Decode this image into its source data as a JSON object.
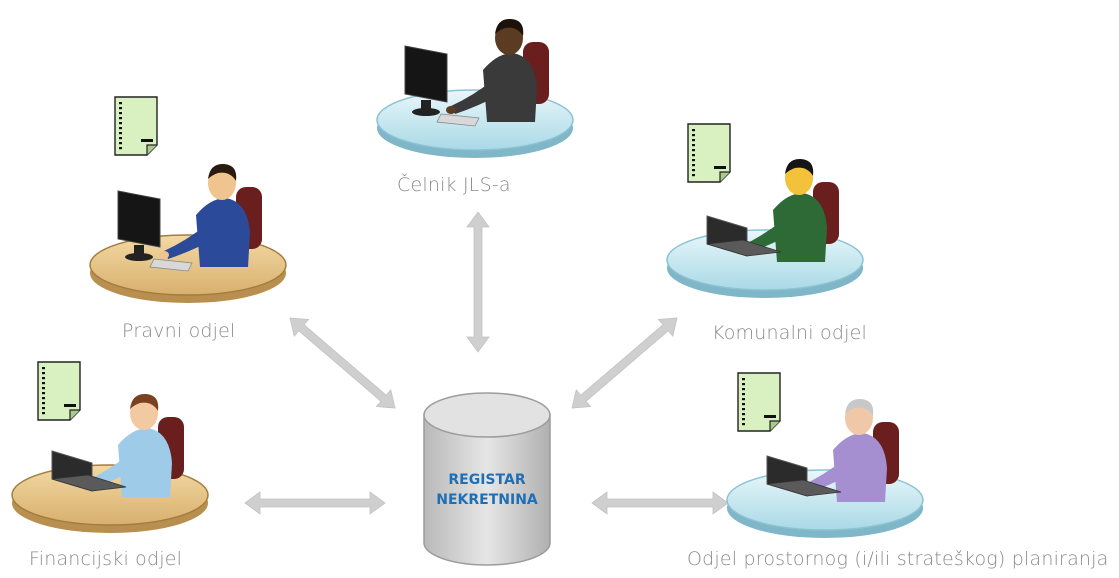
{
  "database": {
    "line1": "REGISTAR",
    "line2": "NEKRETNINA"
  },
  "nodes": [
    {
      "id": "celnik",
      "label": "Čelnik JLS-a",
      "desk": "glass",
      "computer": "monitor",
      "shirt": "#3a3a3a",
      "skin": "#5b3b22",
      "hair": "#1c120c",
      "document": false
    },
    {
      "id": "pravni",
      "label": "Pravni odjel",
      "desk": "wood",
      "computer": "monitor",
      "shirt": "#2b4a9a",
      "skin": "#f0c48e",
      "hair": "#2a1a10",
      "document": true
    },
    {
      "id": "komunalni",
      "label": "Komunalni odjel",
      "desk": "glass",
      "computer": "laptop",
      "shirt": "#2e6a36",
      "skin": "#f2c23a",
      "hair": "#151515",
      "document": true
    },
    {
      "id": "financijski",
      "label": "Financijski odjel",
      "desk": "wood",
      "computer": "laptop",
      "shirt": "#9ecbe8",
      "skin": "#f2c9a0",
      "hair": "#7a4020",
      "document": true
    },
    {
      "id": "prostorno",
      "label": "Odjel prostornog (i/ili strateškog) planiranja",
      "desk": "glass",
      "computer": "laptop",
      "shirt": "#a58fd0",
      "skin": "#efc8a8",
      "hair": "#c8c8c8",
      "document": true
    }
  ],
  "colors": {
    "arrow": "#cfcfcf",
    "label": "#8a8a8a",
    "db_text": "#1e6fb6",
    "document": "#d9f0c0"
  }
}
